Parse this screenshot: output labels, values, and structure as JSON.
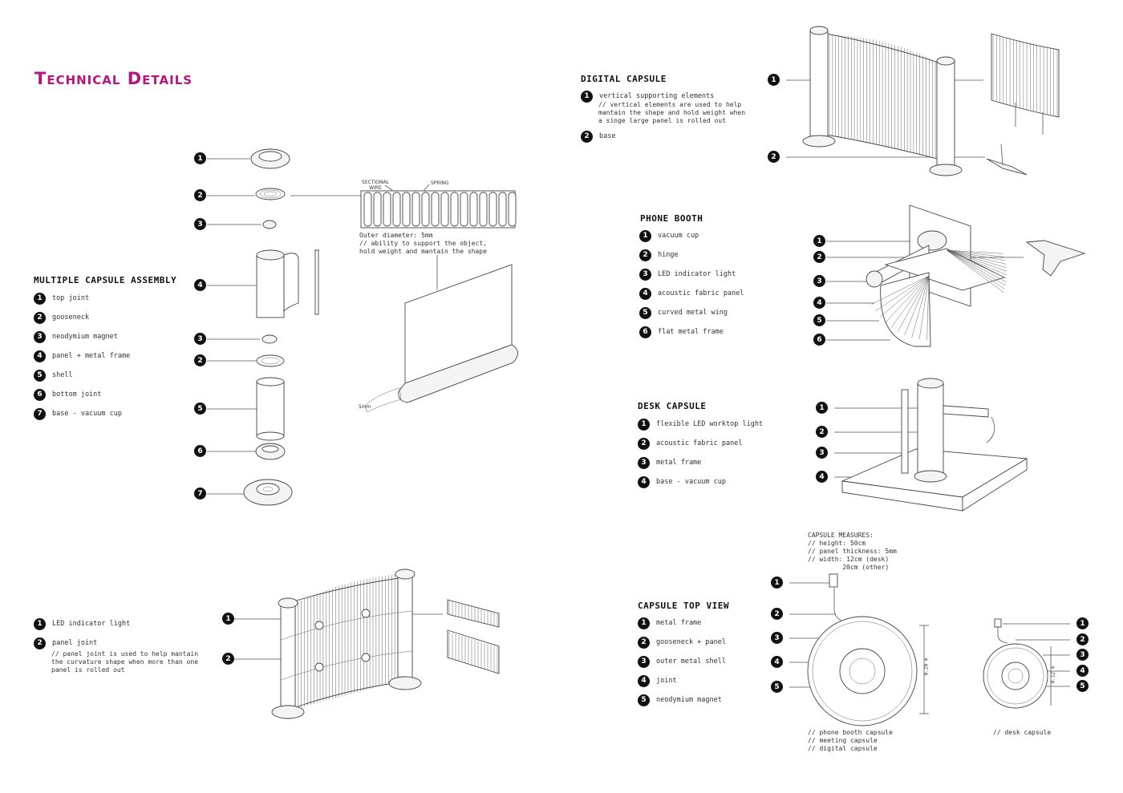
{
  "title": "Technical Details",
  "multiple_capsule": {
    "heading": "MULTIPLE CAPSULE ASSEMBLY",
    "items": [
      {
        "n": "1",
        "label": "top joint"
      },
      {
        "n": "2",
        "label": "gooseneck"
      },
      {
        "n": "3",
        "label": "neodymium magnet"
      },
      {
        "n": "4",
        "label": "panel + metal frame"
      },
      {
        "n": "5",
        "label": "shell"
      },
      {
        "n": "6",
        "label": "bottom joint"
      },
      {
        "n": "7",
        "label": "base - vacuum cup"
      }
    ],
    "callouts": [
      "1",
      "2",
      "3",
      "4",
      "3",
      "2",
      "5",
      "6",
      "7"
    ],
    "detail_labels": {
      "wire": "SECTIONAL WIRE",
      "spring": "SPRING",
      "size": "5mm"
    },
    "detail_note": "Outer diameter: 5mm\n// ability to support the object,\nhold weight and mantain the shape"
  },
  "panel_joint": {
    "items": [
      {
        "n": "1",
        "label": "LED indicator light"
      },
      {
        "n": "2",
        "label": "panel joint"
      }
    ],
    "note": "// panel joint is used to help mantain\nthe curvature shape when more than one\npanel is rolled out",
    "callouts": [
      "1",
      "2"
    ]
  },
  "digital_capsule": {
    "heading": "DIGITAL CAPSULE",
    "items": [
      {
        "n": "1",
        "label": "vertical supporting elements"
      },
      {
        "n": "2",
        "label": "base"
      }
    ],
    "note": "// vertical elements are used to help\nmantain the shape and hold weight when\na singe large panel is rolled out",
    "callouts": [
      "1",
      "2"
    ]
  },
  "phone_booth": {
    "heading": "PHONE BOOTH",
    "items": [
      {
        "n": "1",
        "label": "vacuum cup"
      },
      {
        "n": "2",
        "label": "hinge"
      },
      {
        "n": "3",
        "label": "LED indicator light"
      },
      {
        "n": "4",
        "label": "acoustic fabric panel"
      },
      {
        "n": "5",
        "label": "curved metal wing"
      },
      {
        "n": "6",
        "label": "flat metal frame"
      }
    ],
    "callouts": [
      "1",
      "2",
      "3",
      "4",
      "5",
      "6"
    ]
  },
  "desk_capsule": {
    "heading": "DESK CAPSULE",
    "items": [
      {
        "n": "1",
        "label": "flexible LED worktop light"
      },
      {
        "n": "2",
        "label": "acoustic fabric panel"
      },
      {
        "n": "3",
        "label": "metal frame"
      },
      {
        "n": "4",
        "label": "base - vacuum cup"
      }
    ],
    "callouts": [
      "1",
      "2",
      "3",
      "4"
    ]
  },
  "top_view": {
    "heading": "CAPSULE TOP VIEW",
    "items": [
      {
        "n": "1",
        "label": "metal frame"
      },
      {
        "n": "2",
        "label": "gooseneck + panel"
      },
      {
        "n": "3",
        "label": "outer metal shell"
      },
      {
        "n": "4",
        "label": "joint"
      },
      {
        "n": "5",
        "label": "neodymium magnet"
      }
    ],
    "measures": "CAPSULE MEASURES:\n// height: 50cm\n// panel thickness: 5mm\n// width: 12cm (desk)\n         20cm (other)",
    "large_dim": "0.20 m",
    "small_dim": "0.12 m",
    "large_caption": "// phone booth capsule\n// meeting capsule\n// digital capsule",
    "small_caption": "// desk capsule",
    "callouts_large": [
      "1",
      "2",
      "3",
      "4",
      "5"
    ],
    "callouts_small": [
      "1",
      "2",
      "3",
      "4",
      "5"
    ]
  }
}
